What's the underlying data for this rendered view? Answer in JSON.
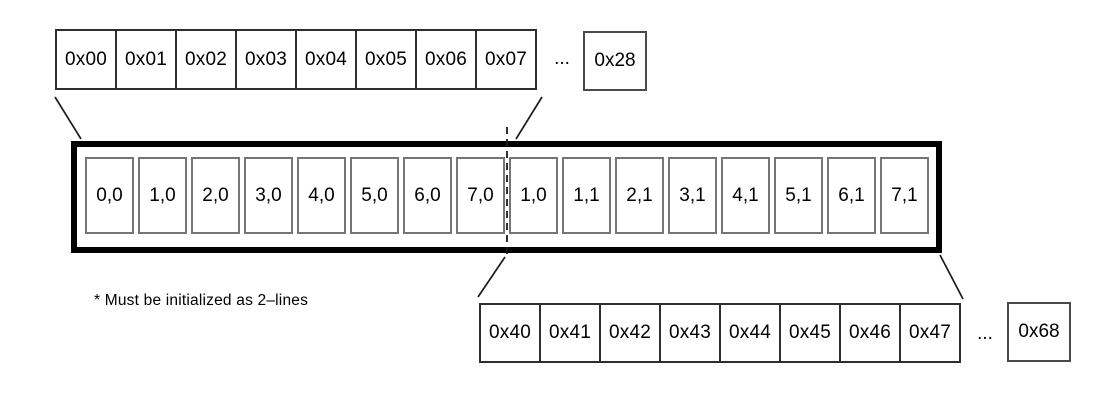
{
  "note": "* Must be initialized as 2–lines",
  "top_row": {
    "cells": [
      "0x00",
      "0x01",
      "0x02",
      "0x03",
      "0x04",
      "0x05",
      "0x06",
      "0x07"
    ],
    "ellipsis": "...",
    "last_cell": "0x28"
  },
  "line_buffer": {
    "cells": [
      "0,0",
      "1,0",
      "2,0",
      "3,0",
      "4,0",
      "5,0",
      "6,0",
      "7,0",
      "1,0",
      "1,1",
      "2,1",
      "3,1",
      "4,1",
      "5,1",
      "6,1",
      "7,1"
    ]
  },
  "bottom_row": {
    "cells": [
      "0x40",
      "0x41",
      "0x42",
      "0x43",
      "0x44",
      "0x45",
      "0x46",
      "0x47"
    ],
    "ellipsis": "...",
    "last_cell": "0x68"
  },
  "colors": {
    "ink": "#000000",
    "row_cell_border": "#2e2e2e",
    "buffer_cell_border": "#757575",
    "container_border": "#000000"
  }
}
